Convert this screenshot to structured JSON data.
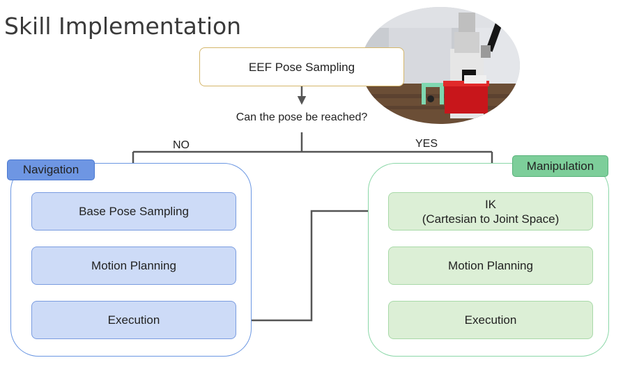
{
  "title": "Skill Implementation",
  "top": {
    "eef_label": "EEF Pose Sampling",
    "question": "Can the pose be reached?",
    "no_label": "NO",
    "yes_label": "YES"
  },
  "navigation": {
    "tag": "Navigation",
    "steps": [
      "Base Pose Sampling",
      "Motion Planning",
      "Execution"
    ]
  },
  "manipulation": {
    "tag": "Manipulation",
    "steps": [
      "IK\n(Cartesian to Joint Space)",
      "Motion Planning",
      "Execution"
    ]
  },
  "colors": {
    "nav_accent": "#6e96e3",
    "nav_step_fill": "#cddbf7",
    "man_accent": "#7dce9a",
    "man_step_fill": "#dcefd6",
    "arrow": "#555555",
    "eef_border": "#d4b66a"
  }
}
